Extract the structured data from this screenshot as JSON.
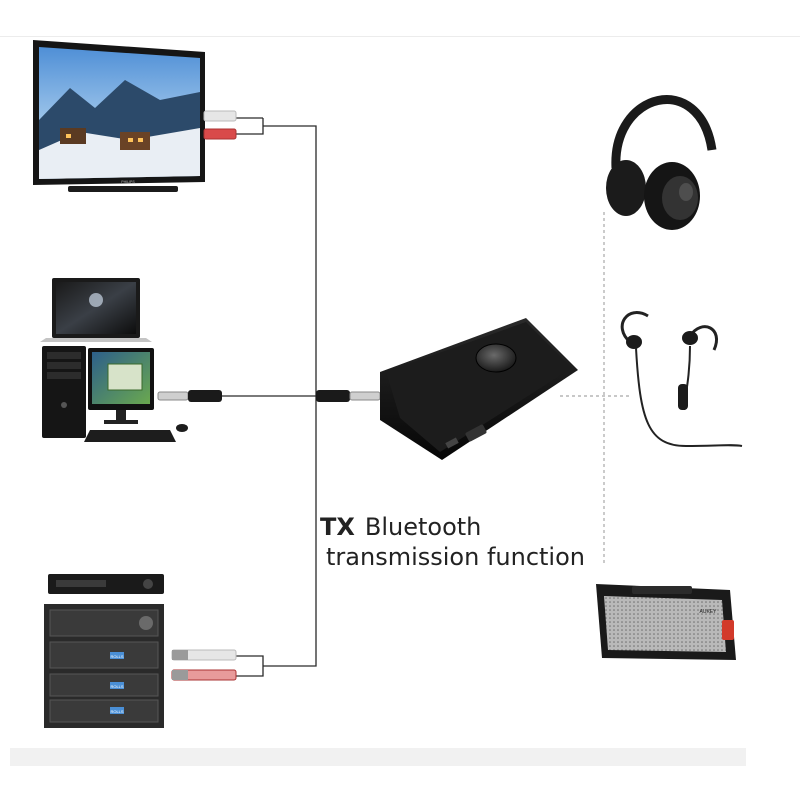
{
  "caption": {
    "mode": "TX",
    "line1": "Bluetooth",
    "line2": "transmission function"
  },
  "tv": {
    "brand": "PHILIPS"
  },
  "amplifier_badges": [
    "ROLLS",
    "ROLLS",
    "ROLLS"
  ],
  "speaker": {
    "brand": "AUKEY"
  },
  "colors": {
    "cable": "#2a2a2a",
    "dotted_link": "#b5b5b5",
    "device_body": "#121212",
    "rca_red": "#d94a4a",
    "rca_white": "#e6e6e6"
  },
  "sources": [
    "tv",
    "desktop-computer-and-laptop",
    "audio-rack"
  ],
  "receivers": [
    "headphones",
    "earphones",
    "bluetooth-speaker"
  ]
}
